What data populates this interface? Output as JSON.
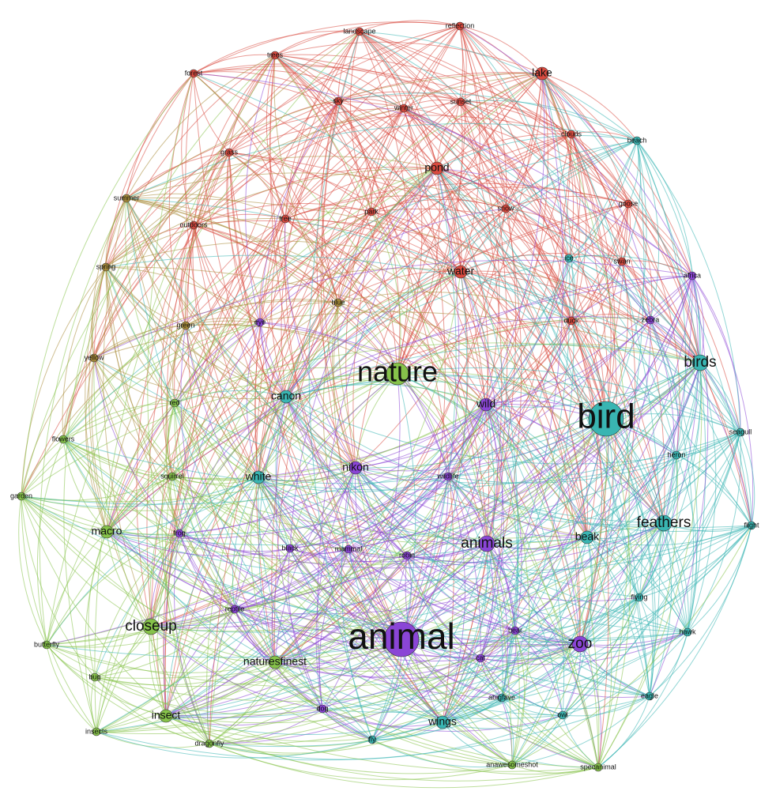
{
  "graph": {
    "type": "tag co-occurrence network",
    "communities": {
      "red": "#d94a3f",
      "olive": "#a98c3a",
      "green": "#86c24a",
      "teal": "#39b5b2",
      "purple": "#8a45d6"
    },
    "nodes": [
      {
        "id": "landscape",
        "label": "landscape",
        "weight": 1,
        "group": "red"
      },
      {
        "id": "reflection",
        "label": "reflection",
        "weight": 1,
        "group": "red"
      },
      {
        "id": "trees",
        "label": "trees",
        "weight": 1,
        "group": "red"
      },
      {
        "id": "forest",
        "label": "forest",
        "weight": 1,
        "group": "red"
      },
      {
        "id": "lake",
        "label": "lake",
        "weight": 2,
        "group": "red"
      },
      {
        "id": "sky",
        "label": "sky",
        "weight": 1,
        "group": "red"
      },
      {
        "id": "winter",
        "label": "winter",
        "weight": 1,
        "group": "red"
      },
      {
        "id": "sunset",
        "label": "sunset",
        "weight": 1,
        "group": "red"
      },
      {
        "id": "clouds",
        "label": "clouds",
        "weight": 1,
        "group": "red"
      },
      {
        "id": "beach",
        "label": "beach",
        "weight": 1,
        "group": "teal"
      },
      {
        "id": "grass",
        "label": "grass",
        "weight": 1,
        "group": "red"
      },
      {
        "id": "pond",
        "label": "pond",
        "weight": 2,
        "group": "red"
      },
      {
        "id": "summer",
        "label": "summer",
        "weight": 1,
        "group": "olive"
      },
      {
        "id": "outdoors",
        "label": "outdoors",
        "weight": 1,
        "group": "red"
      },
      {
        "id": "tree",
        "label": "tree",
        "weight": 1,
        "group": "red"
      },
      {
        "id": "park",
        "label": "park",
        "weight": 1,
        "group": "red"
      },
      {
        "id": "snow",
        "label": "snow",
        "weight": 1,
        "group": "red"
      },
      {
        "id": "goose",
        "label": "goose",
        "weight": 1,
        "group": "red"
      },
      {
        "id": "spring",
        "label": "spring",
        "weight": 1,
        "group": "olive"
      },
      {
        "id": "ice",
        "label": "ice",
        "weight": 1,
        "group": "teal"
      },
      {
        "id": "swan",
        "label": "swan",
        "weight": 1,
        "group": "red"
      },
      {
        "id": "water",
        "label": "water",
        "weight": 2,
        "group": "red"
      },
      {
        "id": "africa",
        "label": "africa",
        "weight": 1,
        "group": "purple"
      },
      {
        "id": "blue",
        "label": "blue",
        "weight": 1,
        "group": "olive"
      },
      {
        "id": "green",
        "label": "green",
        "weight": 1,
        "group": "olive"
      },
      {
        "id": "eye",
        "label": "eye",
        "weight": 1,
        "group": "purple"
      },
      {
        "id": "duck",
        "label": "duck",
        "weight": 1,
        "group": "red"
      },
      {
        "id": "zebra",
        "label": "zebra",
        "weight": 1,
        "group": "purple"
      },
      {
        "id": "yellow",
        "label": "yellow",
        "weight": 1,
        "group": "olive"
      },
      {
        "id": "nature",
        "label": "nature",
        "weight": 5,
        "group": "green"
      },
      {
        "id": "birds",
        "label": "birds",
        "weight": 3,
        "group": "teal"
      },
      {
        "id": "canon",
        "label": "canon",
        "weight": 2,
        "group": "teal"
      },
      {
        "id": "wild",
        "label": "wild",
        "weight": 2,
        "group": "purple"
      },
      {
        "id": "bird",
        "label": "bird",
        "weight": 6,
        "group": "teal"
      },
      {
        "id": "red",
        "label": "red",
        "weight": 1,
        "group": "green"
      },
      {
        "id": "seagull",
        "label": "seagull",
        "weight": 1,
        "group": "teal"
      },
      {
        "id": "flowers",
        "label": "flowers",
        "weight": 1,
        "group": "green"
      },
      {
        "id": "heron",
        "label": "heron",
        "weight": 1,
        "group": "teal"
      },
      {
        "id": "nikon",
        "label": "nikon",
        "weight": 2,
        "group": "purple"
      },
      {
        "id": "squirrel",
        "label": "squirrel",
        "weight": 1,
        "group": "green"
      },
      {
        "id": "white",
        "label": "white",
        "weight": 2,
        "group": "teal"
      },
      {
        "id": "wildlife",
        "label": "wildlife",
        "weight": 1,
        "group": "purple"
      },
      {
        "id": "garden",
        "label": "garden",
        "weight": 1,
        "group": "green"
      },
      {
        "id": "feathers",
        "label": "feathers",
        "weight": 3,
        "group": "teal"
      },
      {
        "id": "flight",
        "label": "flight",
        "weight": 1,
        "group": "teal"
      },
      {
        "id": "macro",
        "label": "macro",
        "weight": 2,
        "group": "green"
      },
      {
        "id": "frog",
        "label": "frog",
        "weight": 1,
        "group": "purple"
      },
      {
        "id": "animals",
        "label": "animals",
        "weight": 3,
        "group": "purple"
      },
      {
        "id": "beak",
        "label": "beak",
        "weight": 2,
        "group": "teal"
      },
      {
        "id": "black",
        "label": "black",
        "weight": 1,
        "group": "purple"
      },
      {
        "id": "mammal",
        "label": "mammal",
        "weight": 1,
        "group": "purple"
      },
      {
        "id": "robin",
        "label": "robin",
        "weight": 1,
        "group": "purple"
      },
      {
        "id": "flying",
        "label": "flying",
        "weight": 1,
        "group": "teal"
      },
      {
        "id": "reptile",
        "label": "reptile",
        "weight": 1,
        "group": "purple"
      },
      {
        "id": "closeup",
        "label": "closeup",
        "weight": 3,
        "group": "green"
      },
      {
        "id": "animal",
        "label": "animal",
        "weight": 7,
        "group": "purple"
      },
      {
        "id": "bear",
        "label": "bear",
        "weight": 1,
        "group": "purple"
      },
      {
        "id": "zoo",
        "label": "zoo",
        "weight": 3,
        "group": "purple"
      },
      {
        "id": "hawk",
        "label": "hawk",
        "weight": 1,
        "group": "teal"
      },
      {
        "id": "butterfly",
        "label": "butterfly",
        "weight": 1,
        "group": "green"
      },
      {
        "id": "cat",
        "label": "cat",
        "weight": 1,
        "group": "purple"
      },
      {
        "id": "naturesfinest",
        "label": "naturesfinest",
        "weight": 2,
        "group": "green"
      },
      {
        "id": "bug",
        "label": "bug",
        "weight": 1,
        "group": "green"
      },
      {
        "id": "abigfave",
        "label": "abigfave",
        "weight": 1,
        "group": "teal"
      },
      {
        "id": "eagle",
        "label": "eagle",
        "weight": 1,
        "group": "teal"
      },
      {
        "id": "dog",
        "label": "dog",
        "weight": 1,
        "group": "purple"
      },
      {
        "id": "insect",
        "label": "insect",
        "weight": 2,
        "group": "green"
      },
      {
        "id": "owl",
        "label": "owl",
        "weight": 1,
        "group": "teal"
      },
      {
        "id": "wings",
        "label": "wings",
        "weight": 2,
        "group": "teal"
      },
      {
        "id": "insects",
        "label": "insects",
        "weight": 1,
        "group": "green"
      },
      {
        "id": "dragonfly",
        "label": "dragonfly",
        "weight": 1,
        "group": "green"
      },
      {
        "id": "fly",
        "label": "fly",
        "weight": 1,
        "group": "teal"
      },
      {
        "id": "anawesomeshot",
        "label": "anawesomeshot",
        "weight": 1,
        "group": "green"
      },
      {
        "id": "specanimal",
        "label": "specanimal",
        "weight": 1,
        "group": "green"
      }
    ]
  }
}
